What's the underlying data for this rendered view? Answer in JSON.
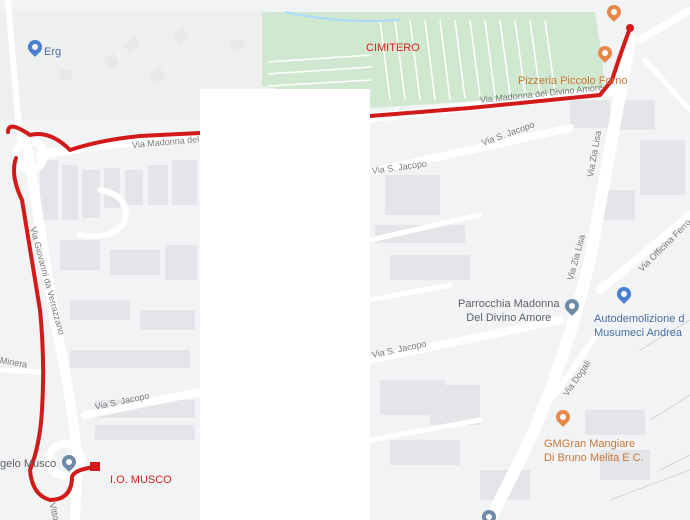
{
  "map": {
    "road_labels": {
      "madonna_west": "Via Madonna del D",
      "madonna_east": "Via Madonna del Divino Amore",
      "jacopo_top_right": "Via S. Jacopo",
      "jacopo_top_mid": "Via S. Jacopo",
      "jacopo_mid": "Via S. Jacopo",
      "jacopo_bottom": "Via S. Jacopo",
      "verrazzano": "Via Giovanni da Verrazzano",
      "zia_lisa_top": "Via Zia Lisa",
      "zia_lisa_mid": "Via Zia Lisa",
      "officina": "Via Officina Ferro",
      "dogali": "Via Dogali",
      "minera": "Minera",
      "vittorio": "Vittorio"
    },
    "places": {
      "erg": "Erg",
      "cimitero": "CIMITERO",
      "pizzeria": "Pizzeria Piccolo Forno",
      "parrocchia_1": "Parrocchia Madonna",
      "parrocchia_2": "Del Divino Amore",
      "autodemolizione_1": "Autodemolizione d",
      "autodemolizione_2": "Musumeci Andrea",
      "gmgran_1": "GMGran Mangiare",
      "gmgran_2": "Di Bruno Melita E C.",
      "angelo_musco": "gelo Musco",
      "io_musco": "I.O. MUSCO"
    },
    "icons": {
      "fuel": "gas-station-icon",
      "restaurant": "fork-knife-icon",
      "church": "church-icon",
      "car_service": "car-service-icon",
      "school": "school-icon"
    },
    "colors": {
      "route": "#d21a1a",
      "cemetery": "#cfe8cf",
      "road": "#ffffff",
      "land": "#f1f3f4",
      "poi_orange": "#e8894a",
      "poi_blue": "#4a7fd4"
    }
  }
}
